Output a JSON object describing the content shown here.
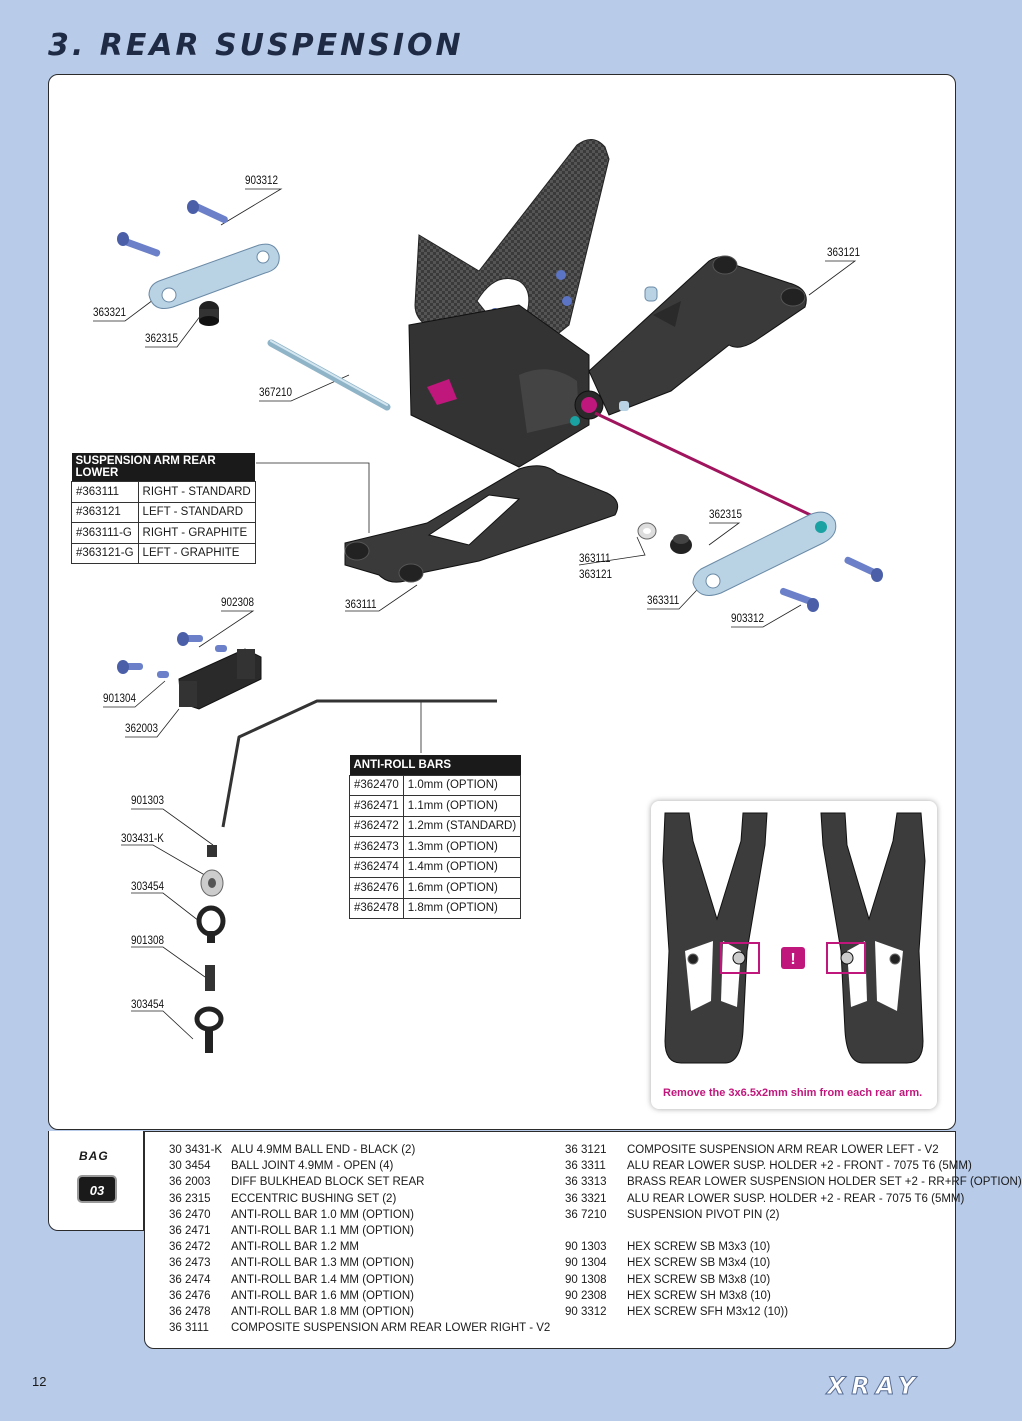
{
  "page_title": "3. REAR SUSPENSION",
  "callouts": {
    "c903312_top": "903312",
    "c363121": "363121",
    "c363321": "363321",
    "c362315_top": "362315",
    "c367210": "367210",
    "c362315_right": "362315",
    "c363111_363121_a": "363111",
    "c363111_363121_b": "363121",
    "c363111": "363111",
    "c363311": "363311",
    "c903312_right": "903312",
    "c902308": "902308",
    "c901304": "901304",
    "c362003": "362003",
    "c901303": "901303",
    "c303431k": "303431-K",
    "c303454_a": "303454",
    "c901308": "901308",
    "c303454_b": "303454"
  },
  "arm_table": {
    "header": "SUSPENSION ARM REAR LOWER",
    "rows": [
      {
        "code": "#363111",
        "desc": "RIGHT - STANDARD"
      },
      {
        "code": "#363121",
        "desc": "LEFT - STANDARD"
      },
      {
        "code": "#363111-G",
        "desc": "RIGHT - GRAPHITE"
      },
      {
        "code": "#363121-G",
        "desc": "LEFT - GRAPHITE"
      }
    ]
  },
  "arb_table": {
    "header": "ANTI-ROLL BARS",
    "rows": [
      {
        "code": "#362470",
        "desc": "1.0mm (OPTION)"
      },
      {
        "code": "#362471",
        "desc": "1.1mm (OPTION)"
      },
      {
        "code": "#362472",
        "desc": "1.2mm (STANDARD)"
      },
      {
        "code": "#362473",
        "desc": "1.3mm (OPTION)"
      },
      {
        "code": "#362474",
        "desc": "1.4mm (OPTION)"
      },
      {
        "code": "#362476",
        "desc": "1.6mm (OPTION)"
      },
      {
        "code": "#362478",
        "desc": "1.8mm (OPTION)"
      }
    ]
  },
  "inset": {
    "caption": "Remove the 3x6.5x2mm shim from each rear arm.",
    "warning_glyph": "!"
  },
  "bag": {
    "label": "BAG",
    "number": "03"
  },
  "parts_list": {
    "left": [
      {
        "code": "30 3431-K",
        "desc": "ALU 4.9MM BALL END - BLACK (2)"
      },
      {
        "code": "30 3454",
        "desc": "BALL JOINT 4.9MM - OPEN (4)"
      },
      {
        "code": "36 2003",
        "desc": "DIFF BULKHEAD BLOCK SET REAR"
      },
      {
        "code": "36 2315",
        "desc": "ECCENTRIC BUSHING SET (2)"
      },
      {
        "code": "36 2470",
        "desc": "ANTI-ROLL BAR 1.0 MM (OPTION)"
      },
      {
        "code": "36 2471",
        "desc": "ANTI-ROLL BAR 1.1 MM (OPTION)"
      },
      {
        "code": "36 2472",
        "desc": "ANTI-ROLL BAR 1.2 MM"
      },
      {
        "code": "36 2473",
        "desc": "ANTI-ROLL BAR 1.3 MM (OPTION)"
      },
      {
        "code": "36 2474",
        "desc": "ANTI-ROLL BAR 1.4 MM (OPTION)"
      },
      {
        "code": "36 2476",
        "desc": "ANTI-ROLL BAR 1.6 MM (OPTION)"
      },
      {
        "code": "36 2478",
        "desc": "ANTI-ROLL BAR 1.8 MM (OPTION)"
      },
      {
        "code": "36 3111",
        "desc": "COMPOSITE SUSPENSION ARM REAR LOWER RIGHT - V2"
      }
    ],
    "right_a": [
      {
        "code": "36 3121",
        "desc": "COMPOSITE SUSPENSION ARM REAR LOWER LEFT - V2"
      },
      {
        "code": "36 3311",
        "desc": "ALU REAR LOWER SUSP. HOLDER +2 - FRONT - 7075 T6 (5MM)"
      },
      {
        "code": "36 3313",
        "desc": "BRASS REAR LOWER SUSPENSION HOLDER SET +2 - RR+RF (OPTION)"
      },
      {
        "code": "36 3321",
        "desc": "ALU REAR LOWER SUSP. HOLDER +2 - REAR - 7075 T6 (5MM)"
      },
      {
        "code": "36 7210",
        "desc": "SUSPENSION PIVOT PIN (2)"
      }
    ],
    "right_b": [
      {
        "code": "90 1303",
        "desc": "HEX SCREW  SB M3x3  (10)"
      },
      {
        "code": "90 1304",
        "desc": "HEX SCREW  SB M3x4  (10)"
      },
      {
        "code": "90 1308",
        "desc": "HEX SCREW  SB M3x8  (10)"
      },
      {
        "code": "90 2308",
        "desc": "HEX SCREW  SH M3x8  (10)"
      },
      {
        "code": "90 3312",
        "desc": "HEX SCREW  SFH M3x12  (10))"
      }
    ]
  },
  "page_number": "12",
  "logo": "XRAY",
  "colors": {
    "background": "#b8cbe9",
    "accent": "#c0177c",
    "parts_dark": "#2e2e2e",
    "alu": "#a8c6dc",
    "screw": "#5c74c4"
  }
}
